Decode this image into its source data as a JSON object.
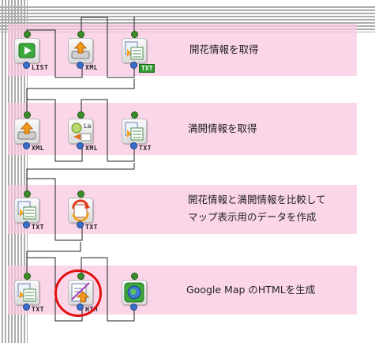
{
  "rows": [
    {
      "label_lines": [
        "開花情報を取得"
      ]
    },
    {
      "label_lines": [
        "満開情報を取得"
      ]
    },
    {
      "label_lines": [
        "開花情報と満開情報を比較して",
        "マップ表示用のデータを作成"
      ]
    },
    {
      "label_lines": [
        "Google Map のHTMLを生成"
      ]
    }
  ],
  "nodes": [
    {
      "name": "list-source-node",
      "icon": "list-source-icon",
      "tag": "LIST",
      "tag_style": "plain"
    },
    {
      "name": "xml-upload-node",
      "icon": "upload-tray-icon",
      "tag": "XML",
      "tag_style": "plain"
    },
    {
      "name": "xml-to-txt-node",
      "icon": "doc-convert-icon",
      "tag": "TXT",
      "tag_style": "boxed"
    },
    {
      "name": "xml-upload-node-2",
      "icon": "upload-tray-icon",
      "tag": "XML",
      "tag_style": "plain"
    },
    {
      "name": "xml-transform-node",
      "icon": "xml-transform-icon",
      "tag": "XML",
      "tag_style": "plain"
    },
    {
      "name": "xml-to-txt-node-2",
      "icon": "doc-convert-icon",
      "tag": "TXT",
      "tag_style": "plain"
    },
    {
      "name": "txt-convert-node",
      "icon": "doc-convert-icon",
      "tag": "TXT",
      "tag_style": "plain"
    },
    {
      "name": "txt-compare-node",
      "icon": "compare-cycle-icon",
      "tag": "TXT",
      "tag_style": "plain"
    },
    {
      "name": "txt-convert-node-2",
      "icon": "doc-convert-icon",
      "tag": "TXT",
      "tag_style": "plain"
    },
    {
      "name": "html-generate-node",
      "icon": "html-edit-icon",
      "tag": "HTM",
      "tag_style": "plain"
    },
    {
      "name": "browser-output-node",
      "icon": "globe-icon",
      "tag": "",
      "tag_style": "none"
    }
  ],
  "colors": {
    "band": "#fac8e1",
    "wire": "#222222",
    "port_in": "#3c8d2a",
    "port_out": "#3a6fc9",
    "highlight": "#e01010"
  }
}
